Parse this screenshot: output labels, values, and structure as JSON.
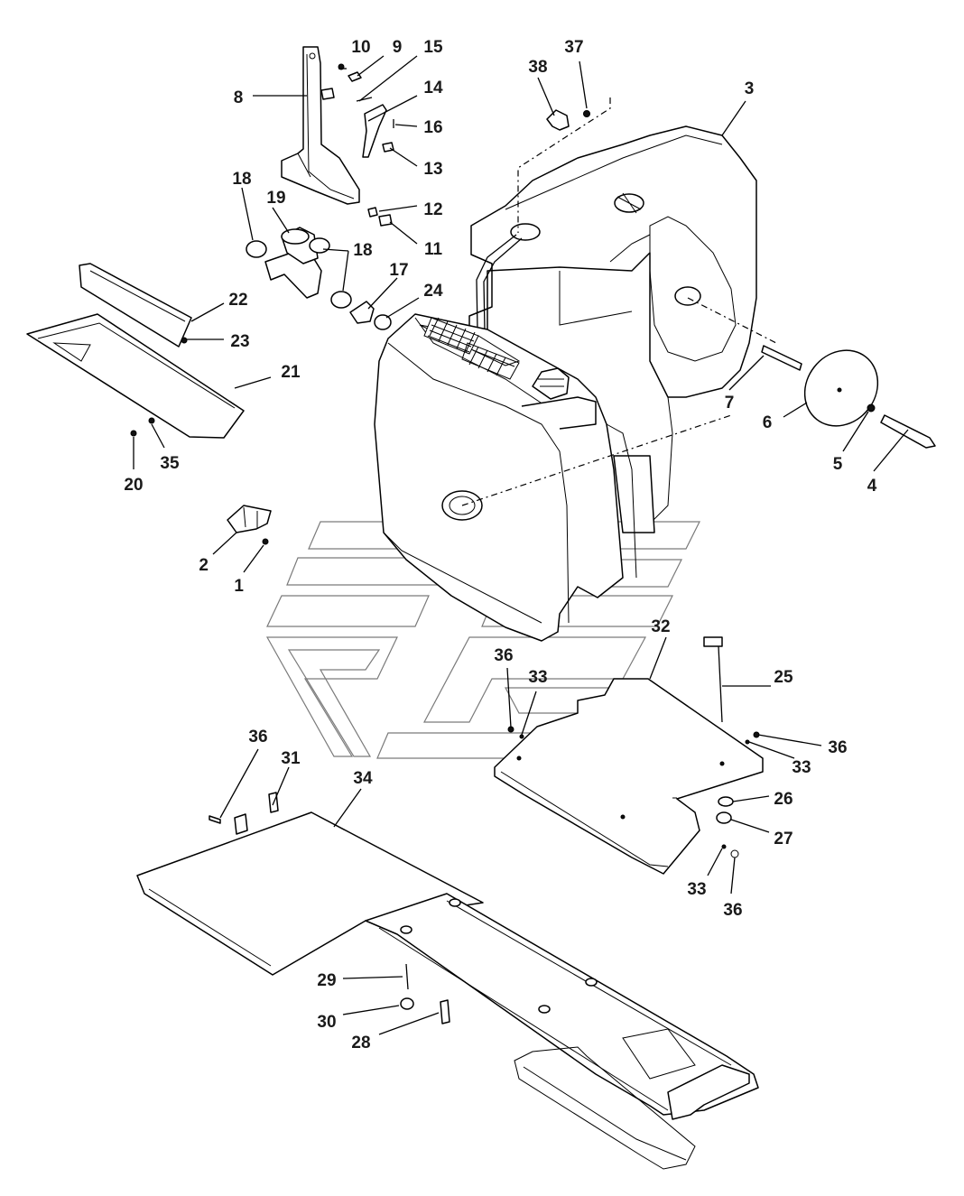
{
  "diagram": {
    "type": "exploded-parts-diagram",
    "colors": {
      "line": "#000000",
      "watermark": "#7a7a7a",
      "background": "#ffffff"
    },
    "callouts": {
      "c1": "1",
      "c2": "2",
      "c3": "3",
      "c4": "4",
      "c5": "5",
      "c6": "6",
      "c7": "7",
      "c8": "8",
      "c9": "9",
      "c10": "10",
      "c11": "11",
      "c12": "12",
      "c13": "13",
      "c14": "14",
      "c15": "15",
      "c16": "16",
      "c17": "17",
      "c18a": "18",
      "c18b": "18",
      "c19": "19",
      "c20": "20",
      "c21": "21",
      "c22": "22",
      "c23": "23",
      "c24": "24",
      "c25": "25",
      "c26": "26",
      "c27": "27",
      "c28": "28",
      "c29": "29",
      "c30": "30",
      "c31": "31",
      "c32": "32",
      "c33a": "33",
      "c33b": "33",
      "c33c": "33",
      "c34": "34",
      "c35": "35",
      "c36a": "36",
      "c36b": "36",
      "c36c": "36",
      "c36d": "36",
      "c37": "37",
      "c38": "38"
    }
  }
}
